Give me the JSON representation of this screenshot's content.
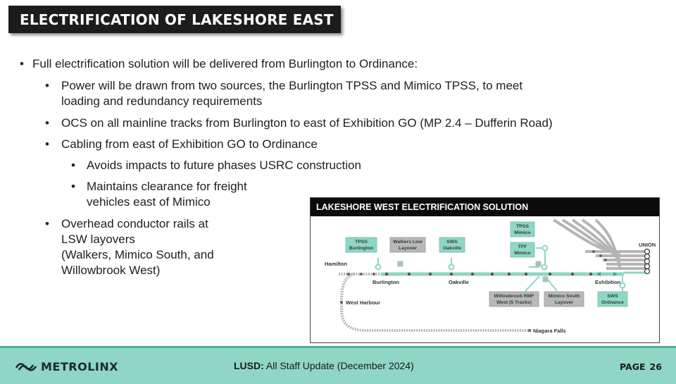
{
  "title": "ELECTRIFICATION OF LAKESHORE EAST",
  "bullets": {
    "b1": "Full electrification solution will be delivered from Burlington to Ordinance:",
    "b1_1_line1": "Power will be drawn from two sources, the Burlington TPSS and Mimico TPSS, to meet",
    "b1_1_line2": "loading and redundancy requirements",
    "b1_2": "OCS on all mainline tracks from Burlington to east of Exhibition GO (MP 2.4 – Dufferin Road)",
    "b1_3": "Cabling from east of Exhibition GO to Ordinance",
    "b1_3_1": "Avoids impacts to future phases USRC construction",
    "b1_3_2_line1": "Maintains clearance for freight",
    "b1_3_2_line2": "vehicles east of Mimico",
    "b1_4_line1": "Overhead conductor rails at",
    "b1_4_line2": "LSW layovers",
    "b1_4_line3": "(Walkers, Mimico South, and",
    "b1_4_line4": "Willowbrook West)"
  },
  "diagram": {
    "title": "LAKESHORE WEST ELECTRIFICATION SOLUTION",
    "stations": {
      "hamilton": "Hamilton",
      "burlington": "Burlington",
      "oakville": "Oakville",
      "exhibition": "Exhibition",
      "union": "UNION",
      "west_harbour": "West Harbour",
      "niagara_falls": "Niagara Falls"
    },
    "boxes": {
      "tpss_burlington_1": "TPSS",
      "tpss_burlington_2": "Burlington",
      "walkers_1": "Walkers Line",
      "walkers_2": "Layover",
      "sws_oakville_1": "SWS",
      "sws_oakville_2": "Oakville",
      "tpss_mimico_1": "TPSS",
      "tpss_mimico_2": "Mimico",
      "tff_mimico_1": "TFF",
      "tff_mimico_2": "Mimico",
      "willowbrook_1": "Willowbrook RMF",
      "willowbrook_2": "West (5 Tracks)",
      "mimico_south_1": "Mimico South",
      "mimico_south_2": "Layover",
      "sws_ordnance_1": "SWS",
      "sws_ordnance_2": "Ordnance"
    },
    "colors": {
      "line": "#8fd6c4",
      "box": "#8fd6c4",
      "layover_box": "#b8b8b8",
      "track_grey": "#b0b0b0"
    }
  },
  "footer": {
    "logo": "METROLINX",
    "center_bold": "LUSD:",
    "center_rest": " All Staff Update (December 2024)",
    "page_label": "PAGE",
    "page_number": "26"
  }
}
